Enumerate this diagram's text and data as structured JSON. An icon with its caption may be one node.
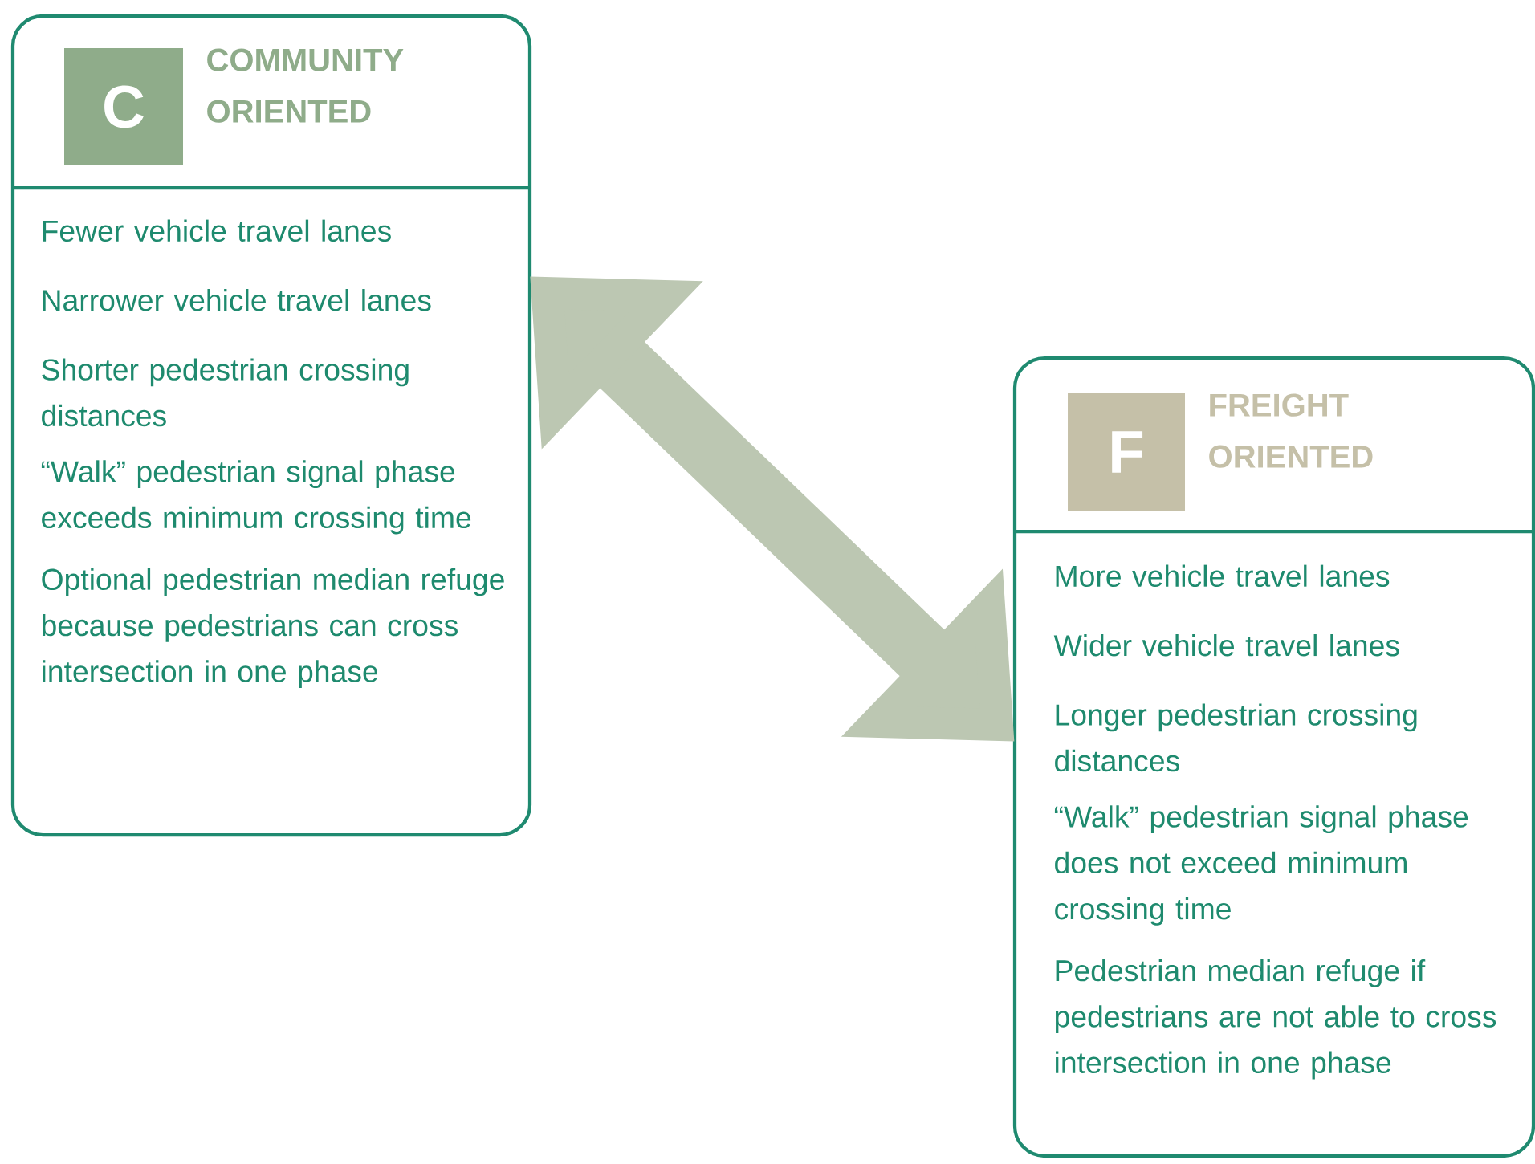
{
  "diagram": {
    "nodes": [
      {
        "text": [
          "COMMUNITY ORIENTED",
          "Fewer vehicle travel lanes",
          "Narrower vehicle travel lanes",
          "Shorter pedestrian crossing distances",
          "“Walk” pedestrian signal phase exceeds minimum crossing time",
          "Optional pedestrian median refuge because pedestrians can cross intersection in one phase"
        ]
      },
      {
        "text": [
          "C"
        ],
        "in": 0
      },
      {
        "text": [
          "FREIGHT ORIENTED",
          "More vehicle travel lanes",
          "Wider vehicle travel lanes",
          "Longer pedestrian crossing distances",
          "“Walk” pedestrian signal phase does not exceed minimum crossing time",
          "Pedestrian median refuge if pedestrians are not able to cross intersection in one phase"
        ]
      },
      {
        "text": [
          "F"
        ],
        "in": 2
      }
    ],
    "edges": [
      {
        "from": 0,
        "to": 2,
        "arrow": "both"
      }
    ]
  }
}
